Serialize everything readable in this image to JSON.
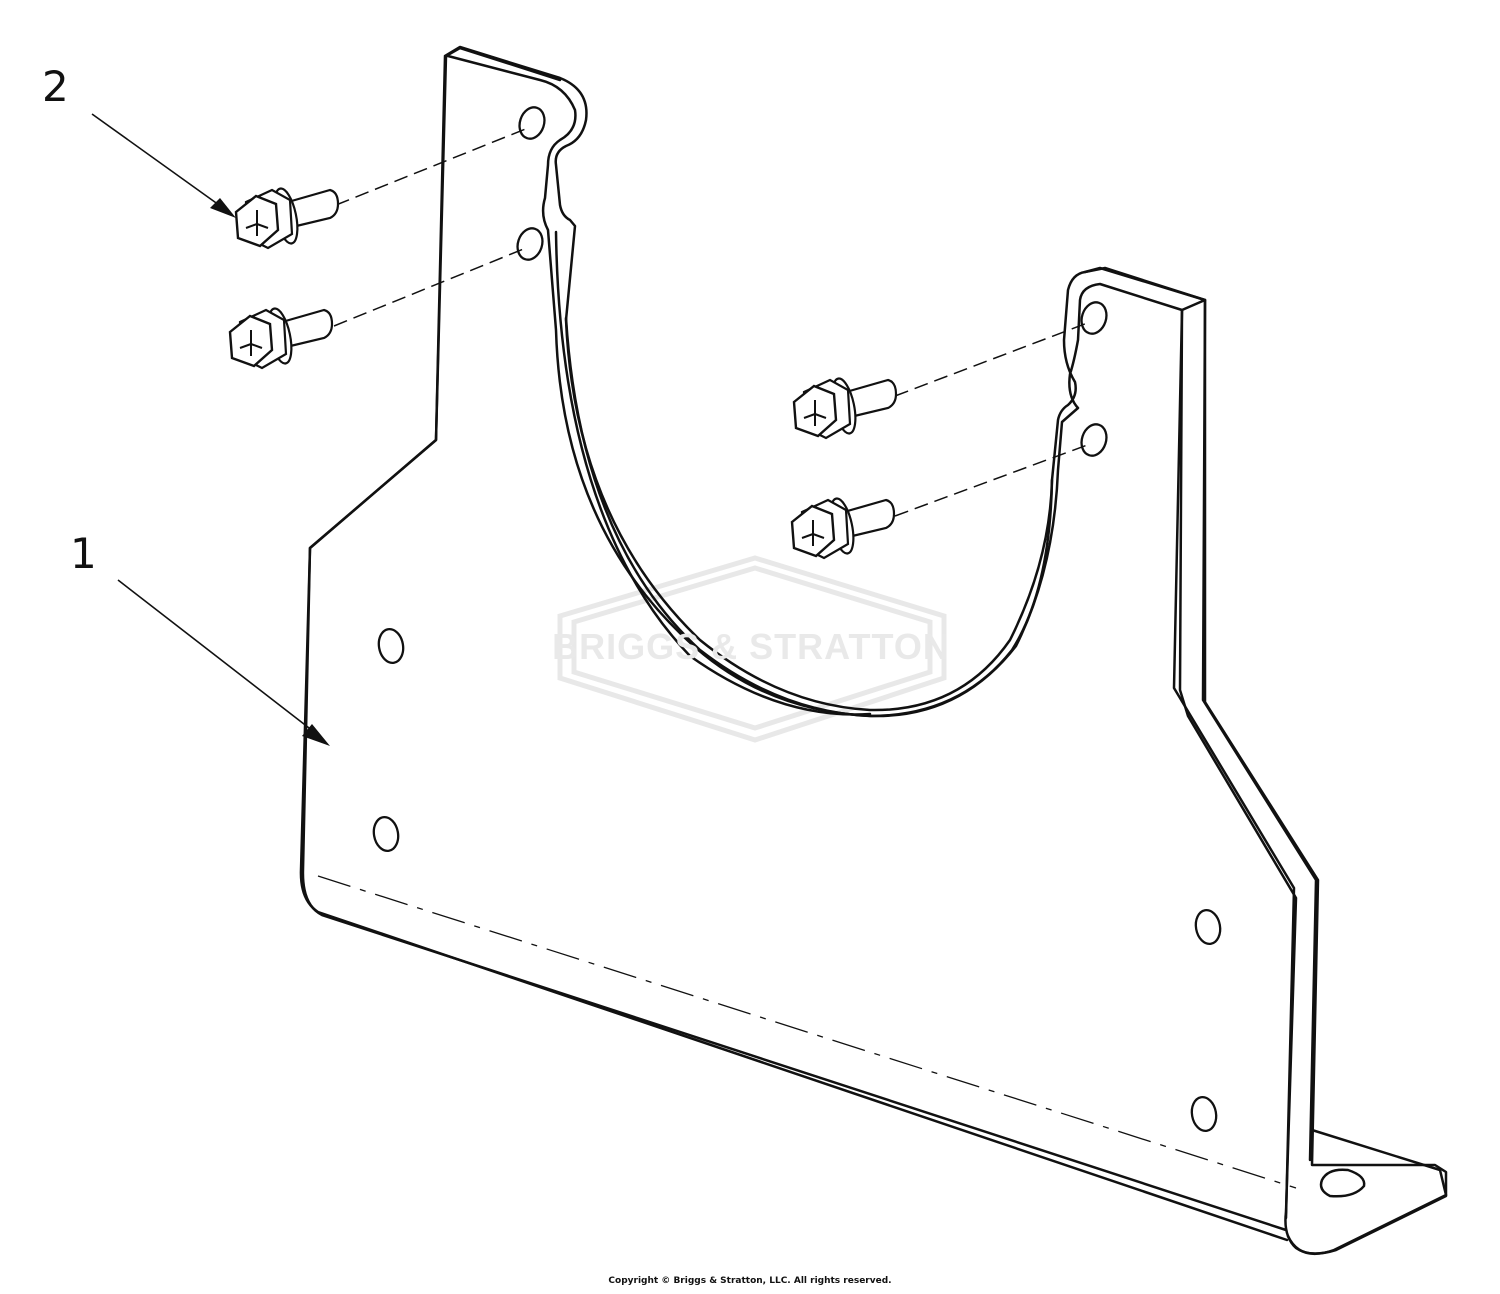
{
  "callouts": {
    "part_1": "1",
    "part_2": "2"
  },
  "watermark": {
    "text": "BRIGGS & STRATTON",
    "color": "#e6e6e6"
  },
  "footer": {
    "copyright": "Copyright © Briggs & Stratton, LLC. All rights reserved."
  },
  "colors": {
    "line": "#111111",
    "background": "#ffffff"
  }
}
